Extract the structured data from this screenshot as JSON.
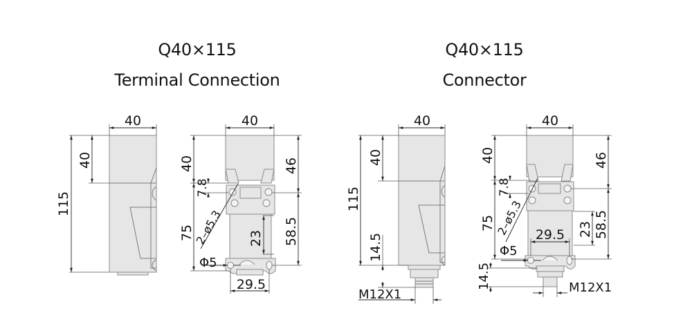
{
  "left_group": {
    "model": "Q40×115",
    "variant": "Terminal Connection"
  },
  "right_group": {
    "model": "Q40×115",
    "variant": "Connector"
  },
  "views": {
    "terminal_side": {
      "width_label": "40",
      "head_label": "40",
      "total_label": "115"
    },
    "terminal_front": {
      "width_label": "40",
      "head_label": "40",
      "head_right_label": "46",
      "gap_label": "7.8",
      "body_label": "75",
      "holes_label": "2–ø5.3",
      "inner_label": "23",
      "mount_label": "58.5",
      "hole_dia_label": "Φ5",
      "bottom_width_label": "29.5"
    },
    "connector_side": {
      "width_label": "40",
      "head_label": "40",
      "total_label": "115",
      "connector_len_label": "14.5",
      "thread_label": "M12X1"
    },
    "connector_front": {
      "width_label": "40",
      "head_label": "40",
      "head_right_label": "46",
      "gap_label": "7.8",
      "body_label": "75",
      "holes_label": "2–ø5.3",
      "inner_label": "23",
      "mount_label": "58.5",
      "hole_dia_label": "Φ5",
      "inner_width_label": "29.5",
      "connector_len_label": "14.5",
      "thread_label": "M12X1"
    }
  },
  "colors": {
    "body_fill": "#e6e6e6",
    "outline": "#8a8a8a",
    "dimension_line": "#222222",
    "text": "#111111"
  }
}
